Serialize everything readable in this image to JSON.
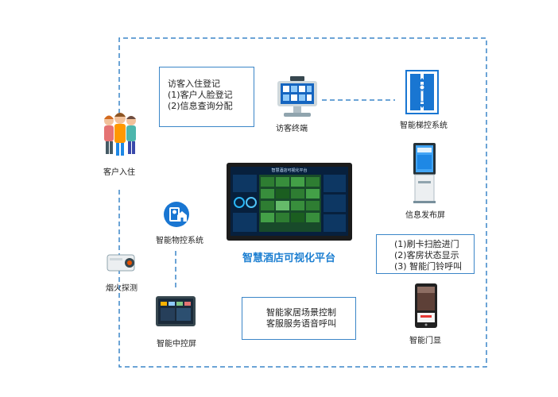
{
  "title": "智慧酒店可视化平台",
  "screen_title": "智慧酒店可视化平台",
  "checkin_box": {
    "line1": "访客入住登记",
    "line2": "(1)客户人脸登记",
    "line3": "(2)信息查询分配"
  },
  "door_box": {
    "line1": "(1)刷卡扫脸进门",
    "line2": "(2)客房状态显示",
    "line3": "(3) 智能门铃呼叫"
  },
  "home_box": {
    "line1": "智能家居场景控制",
    "line2": "客服服务语音呼叫"
  },
  "labels": {
    "guests": "客户入住",
    "terminal": "访客终端",
    "elevator": "智能梯控系统",
    "kiosk": "信息发布屏",
    "iot": "智能物控系统",
    "smoke": "烟火探测",
    "panel": "智能中控屏",
    "doorscreen": "智能门显"
  },
  "colors": {
    "accent": "#1d7fd1",
    "line": "#3b86c8"
  }
}
